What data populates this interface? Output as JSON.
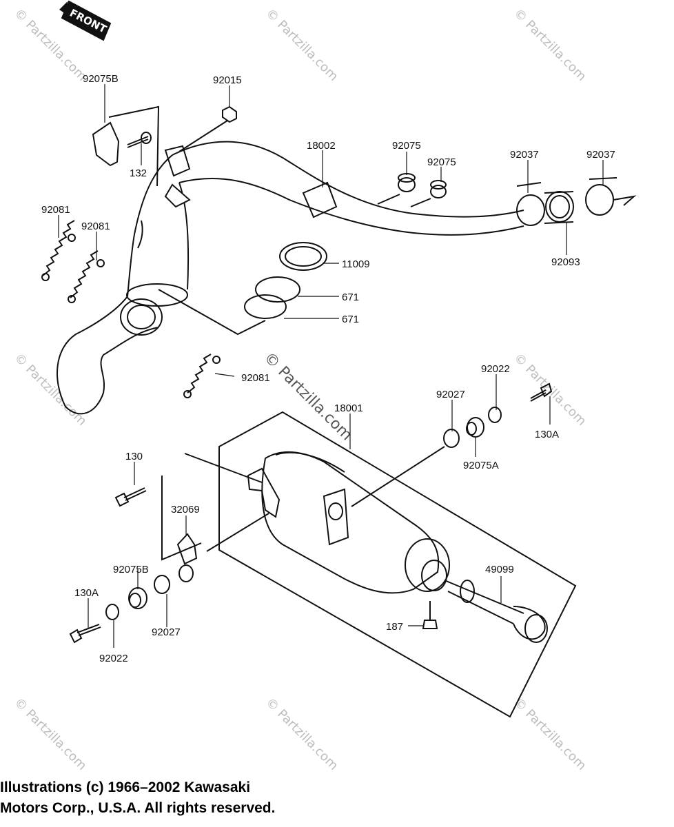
{
  "front_tag": "FRONT",
  "watermark_main": "© Partzilla.com",
  "watermark_small": "© Partzilla.com",
  "labels": {
    "p92075B_top": "92075B",
    "p92015": "92015",
    "p132": "132",
    "p18002": "18002",
    "p92075_a": "92075",
    "p92075_b": "92075",
    "p92037_a": "92037",
    "p92037_b": "92037",
    "p92093": "92093",
    "p92081_a": "92081",
    "p92081_b": "92081",
    "p92081_c": "92081",
    "p11009": "11009",
    "p671_a": "671",
    "p671_b": "671",
    "p92022_top": "92022",
    "p92027_top": "92027",
    "p18001": "18001",
    "p130A_right": "130A",
    "p92075A": "92075A",
    "p130": "130",
    "p32069": "32069",
    "p92075B_bottom": "92075B",
    "p49099": "49099",
    "p130A_left": "130A",
    "p92027_bottom": "92027",
    "p187": "187",
    "p92022_bottom": "92022"
  },
  "copyright": {
    "line1": "Illustrations (c) 1966–2002 Kawasaki",
    "line2": "Motors Corp., U.S.A.  All rights reserved."
  }
}
